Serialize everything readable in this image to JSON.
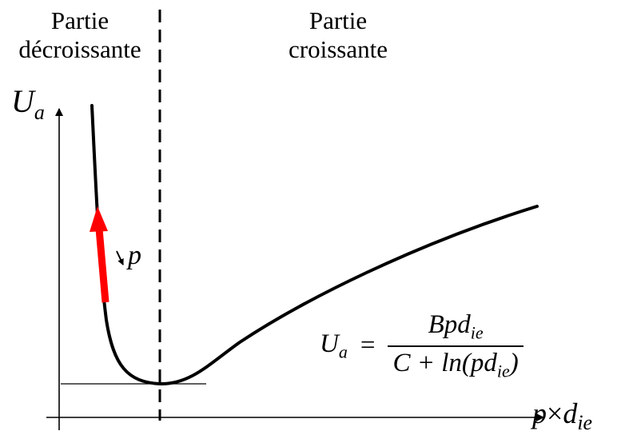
{
  "regions": {
    "left_line1": "Partie",
    "left_line2": "décroissante",
    "right_line1": "Partie",
    "right_line2": "croissante"
  },
  "axes": {
    "y_symbol": "U",
    "y_sub": "a",
    "x_p": "p",
    "x_times": "×",
    "x_d": "d",
    "x_sub": "ie"
  },
  "arrow_label": "p",
  "formula": {
    "lhs": "U",
    "lhs_sub": "a",
    "equals": "=",
    "num_main": "Bpd",
    "num_sub": "ie",
    "den_pre": "C + ln(pd",
    "den_sub": "ie",
    "den_post": ")"
  },
  "colors": {
    "curve": "#000000",
    "arrow": "#ff0000",
    "axis": "#000000"
  }
}
